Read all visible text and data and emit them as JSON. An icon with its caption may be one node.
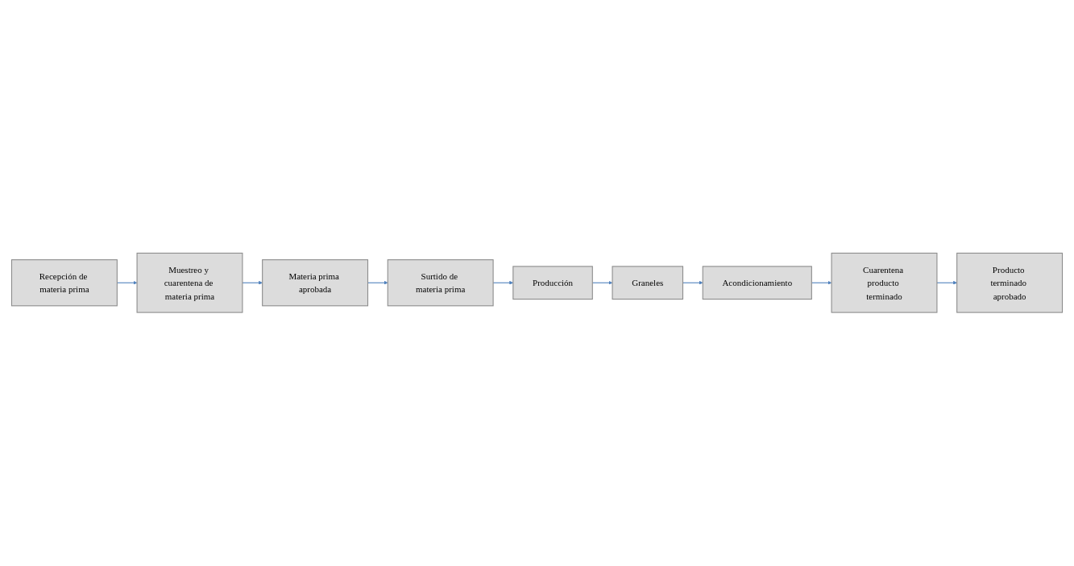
{
  "diagram": {
    "nodes": [
      {
        "text": [
          "Recepción de materia prima"
        ]
      },
      {
        "text": [
          "Muestreo y cuarentena de materia prima"
        ]
      },
      {
        "text": [
          "Materia prima aprobada"
        ]
      },
      {
        "text": [
          "Surtido de materia prima"
        ]
      },
      {
        "text": [
          "Producción"
        ]
      },
      {
        "text": [
          "Graneles"
        ]
      },
      {
        "text": [
          "Acondicionamiento"
        ]
      },
      {
        "text": [
          "Cuarentena producto terminado"
        ]
      },
      {
        "text": [
          "Producto terminado aprobado"
        ]
      }
    ],
    "edges": [
      {
        "from": 0,
        "to": 1,
        "arrow": "to"
      },
      {
        "from": 1,
        "to": 2,
        "arrow": "to"
      },
      {
        "from": 2,
        "to": 3,
        "arrow": "to"
      },
      {
        "from": 3,
        "to": 4,
        "arrow": "to"
      },
      {
        "from": 4,
        "to": 5,
        "arrow": "to"
      },
      {
        "from": 5,
        "to": 6,
        "arrow": "to"
      },
      {
        "from": 6,
        "to": 7,
        "arrow": "to"
      },
      {
        "from": 7,
        "to": 8,
        "arrow": "to"
      }
    ]
  }
}
